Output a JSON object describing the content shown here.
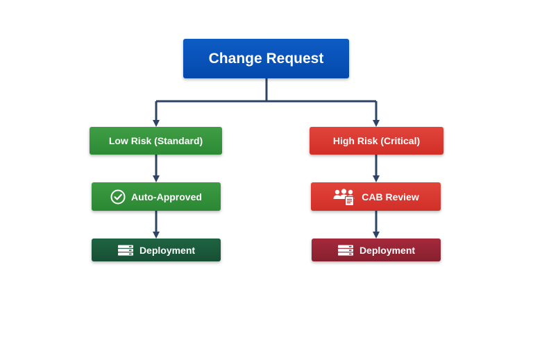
{
  "root": {
    "label": "Change Request"
  },
  "left": {
    "risk_label": "Low Risk (Standard)",
    "step_label": "Auto-Approved",
    "step_icon": "check-circle-icon",
    "deploy_label": "Deployment",
    "deploy_icon": "server-icon"
  },
  "right": {
    "risk_label": "High Risk (Critical)",
    "step_label": "CAB Review",
    "step_icon": "people-document-icon",
    "deploy_label": "Deployment",
    "deploy_icon": "server-icon"
  },
  "colors": {
    "root": "#0a53bd",
    "green": "#3a9a41",
    "dark_green": "#1b5a3b",
    "red": "#da3a31",
    "dark_red": "#962434",
    "connector": "#2c4565"
  }
}
